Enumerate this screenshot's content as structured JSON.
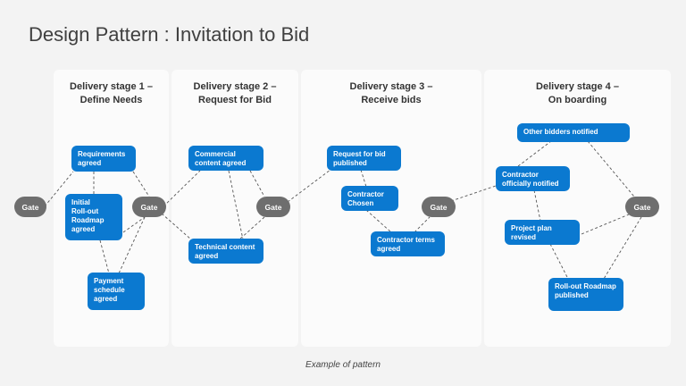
{
  "title": "Design Pattern : Invitation to Bid",
  "stages": [
    {
      "title": "Delivery stage 1 –\nDefine Needs"
    },
    {
      "title": "Delivery stage 2 –\nRequest for Bid"
    },
    {
      "title": "Delivery stage 3 –\nReceive bids"
    },
    {
      "title": "Delivery stage 4 –\nOn boarding"
    }
  ],
  "gate_label": "Gate",
  "nodes": {
    "requirements_agreed": "Requirements\nagreed",
    "initial_rollout_roadmap_agreed": "Initial\nRoll-out\nRoadmap\nagreed",
    "payment_schedule_agreed": "Payment\nschedule\nagreed",
    "commercial_content_agreed": "Commercial\ncontent agreed",
    "technical_content_agreed": "Technical content\nagreed",
    "request_for_bid_published": "Request for bid\npublished",
    "contractor_chosen": "Contractor\nChosen",
    "contractor_terms_agreed": "Contractor terms\nagreed",
    "other_bidders_notified": "Other bidders notified",
    "contractor_officially_notified": "Contractor\nofficially notified",
    "project_plan_revised": "Project plan\nrevised",
    "rollout_roadmap_published": "Roll-out Roadmap\npublished"
  },
  "caption": "Example of pattern",
  "colors": {
    "node": "#0b79d0",
    "gate": "#6e6e6e",
    "connector": "#555555",
    "background": "#f3f3f3",
    "panel": "#fbfbfb"
  }
}
